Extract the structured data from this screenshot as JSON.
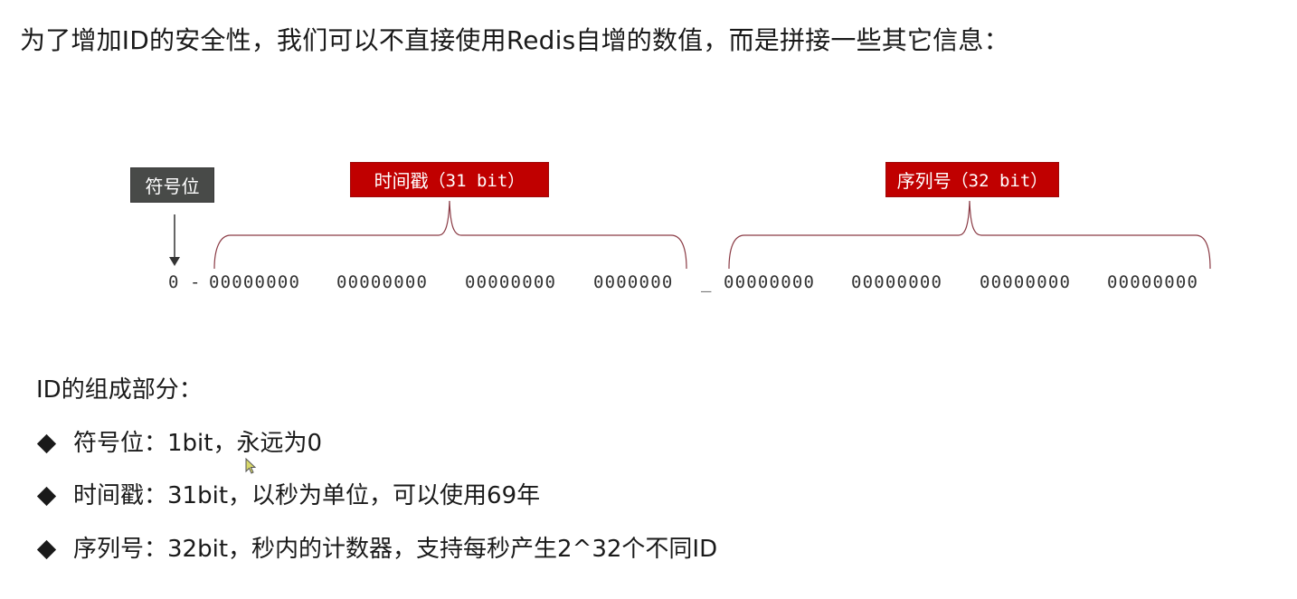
{
  "heading": "为了增加ID的安全性，我们可以不直接使用Redis自增的数值，而是拼接一些其它信息：",
  "diagram": {
    "sign_label": "符号位",
    "timestamp_label_cn": "时间戳",
    "timestamp_label_bits": "（31 bit）",
    "sequence_label_cn": "序列号",
    "sequence_label_bits": "（32 bit）",
    "sign_bit": "0",
    "separator_1": "-",
    "timestamp_bits": [
      "00000000",
      "00000000",
      "00000000",
      "0000000"
    ],
    "separator_2": "_",
    "sequence_bits": [
      "00000000",
      "00000000",
      "00000000",
      "00000000"
    ],
    "colors": {
      "sign_box": "#484a48",
      "label_box": "#c00000",
      "brace": "#8a3a44"
    }
  },
  "section": {
    "title": "ID的组成部分：",
    "bullets": [
      {
        "label": "符号位",
        "text": "：1bit，永远为0"
      },
      {
        "label": "时间戳",
        "text": "：31bit，以秒为单位，可以使用69年"
      },
      {
        "label": "序列号",
        "text": "：32bit，秒内的计数器，支持每秒产生2^32个不同ID"
      }
    ]
  }
}
